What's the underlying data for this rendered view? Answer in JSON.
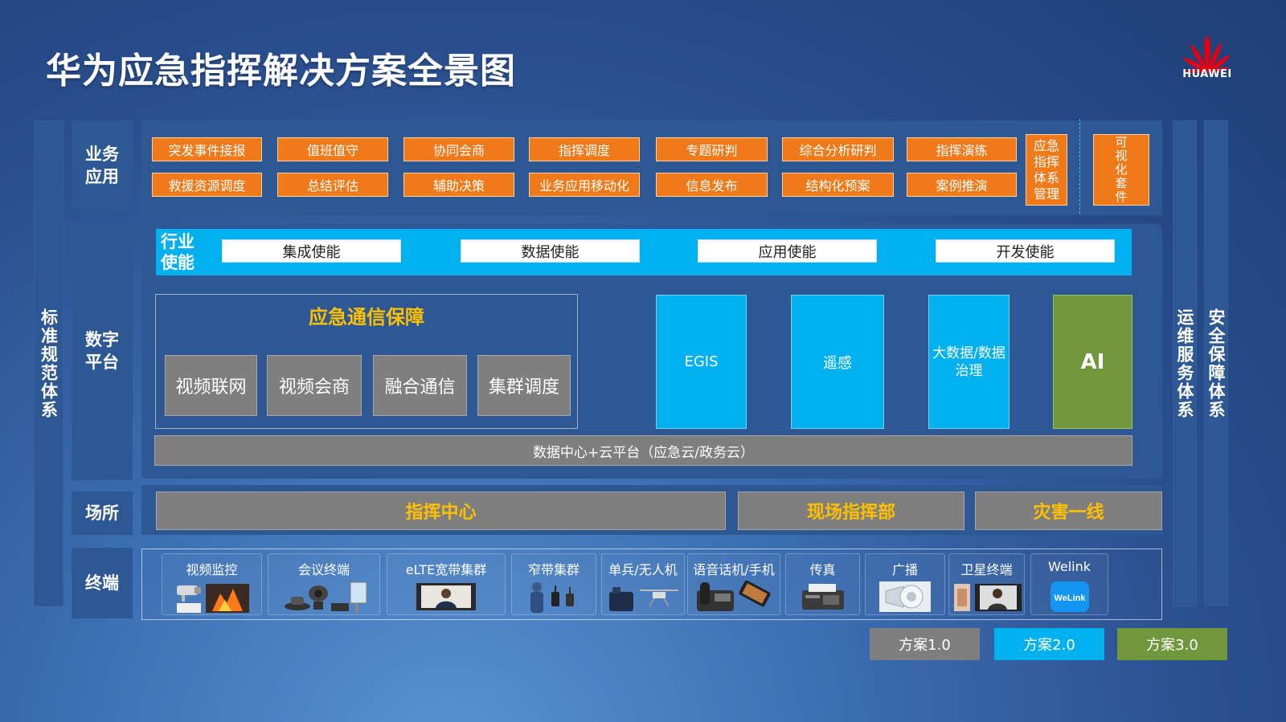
{
  "title": "华为应急指挥解决方案全景图",
  "logo": {
    "text": "HUAWEI",
    "color": "#e60012"
  },
  "left_vertical": "标准规范体系",
  "right_verticals": [
    "运维服务体系",
    "安全保障体系"
  ],
  "rows": {
    "business": "业务\n应用",
    "digital": "数字\n平台",
    "venue": "场所",
    "terminal": "终端"
  },
  "business_apps": {
    "row1": [
      "突发事件接报",
      "值班值守",
      "协同会商",
      "指挥调度",
      "专题研判",
      "综合分析研判",
      "指挥演练"
    ],
    "row2": [
      "救援资源调度",
      "总结评估",
      "辅助决策",
      "业务应用移动化",
      "信息发布",
      "结构化预案",
      "案例推演"
    ],
    "tall1": "应急\n指挥\n体系\n管理",
    "tall2": "可\n视\n化\n套\n件"
  },
  "industry_enable": {
    "label": "行业\n使能",
    "items": [
      "集成使能",
      "数据使能",
      "应用使能",
      "开发使能"
    ]
  },
  "emergency_comm": {
    "title": "应急通信保障",
    "items": [
      "视频联网",
      "视频会商",
      "融合通信",
      "集群调度"
    ]
  },
  "platforms": [
    "EGIS",
    "遥感",
    "大数据/数据\n治理",
    "AI"
  ],
  "datacenter": "数据中心+云平台（应急云/政务云）",
  "venues": [
    "指挥中心",
    "现场指挥部",
    "灾害一线"
  ],
  "terminals": [
    {
      "label": "视频监控",
      "icon": "camera-icon"
    },
    {
      "label": "会议终端",
      "icon": "conference-icon"
    },
    {
      "label": "eLTE宽带集群",
      "icon": "video-call-icon"
    },
    {
      "label": "窄带集群",
      "icon": "radio-icon"
    },
    {
      "label": "单兵/无人机",
      "icon": "drone-icon"
    },
    {
      "label": "语音话机/手机",
      "icon": "phone-icon"
    },
    {
      "label": "传真",
      "icon": "fax-icon"
    },
    {
      "label": "广播",
      "icon": "speaker-icon"
    },
    {
      "label": "卫星终端",
      "icon": "satellite-terminal-icon"
    },
    {
      "label": "Welink",
      "icon": "welink-icon"
    }
  ],
  "welink_badge": "WeLink",
  "legend": [
    {
      "label": "方案1.0",
      "color": "#7f7f7f"
    },
    {
      "label": "方案2.0",
      "color": "#00b0ef"
    },
    {
      "label": "方案3.0",
      "color": "#70973b"
    }
  ],
  "colors": {
    "orange": "#f07a1a",
    "cyan": "#00b0ef",
    "green": "#70973b",
    "gray": "#7f7f7f",
    "yellow": "#ffc000"
  }
}
